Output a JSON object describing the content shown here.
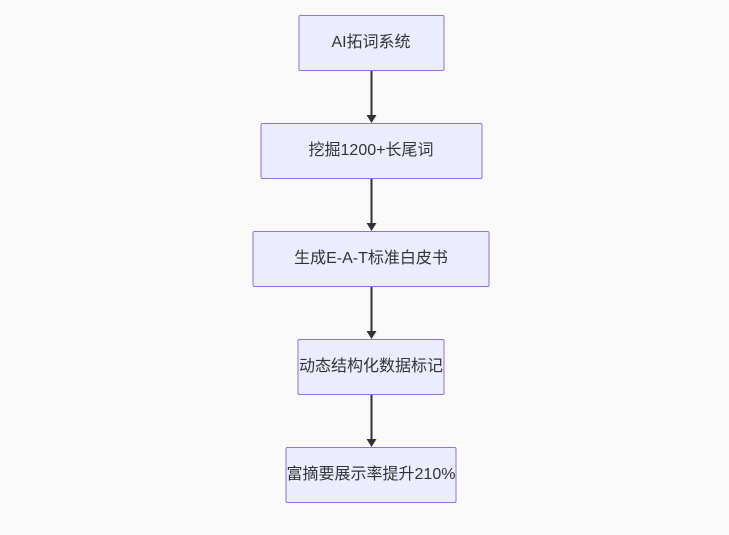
{
  "diagram": {
    "type": "flowchart",
    "direction": "top-down",
    "nodes": [
      {
        "id": "step-1",
        "label": "AI拓词系统"
      },
      {
        "id": "step-2",
        "label": "挖掘1200+长尾词"
      },
      {
        "id": "step-3",
        "label": "生成E-A-T标准白皮书"
      },
      {
        "id": "step-4",
        "label": "动态结构化数据标记"
      },
      {
        "id": "step-5",
        "label": "富摘要展示率提升210%"
      }
    ],
    "edges": [
      {
        "from": "step-1",
        "to": "step-2",
        "style": "arrow-down"
      },
      {
        "from": "step-2",
        "to": "step-3",
        "style": "arrow-down"
      },
      {
        "from": "step-3",
        "to": "step-4",
        "style": "arrow-down"
      },
      {
        "from": "step-4",
        "to": "step-5",
        "style": "arrow-down"
      }
    ],
    "colors": {
      "node_fill": "#ECECFF",
      "node_border": "#9370DB",
      "node_text": "#333333",
      "arrow": "#333333",
      "background": "#FAFAFA"
    }
  }
}
